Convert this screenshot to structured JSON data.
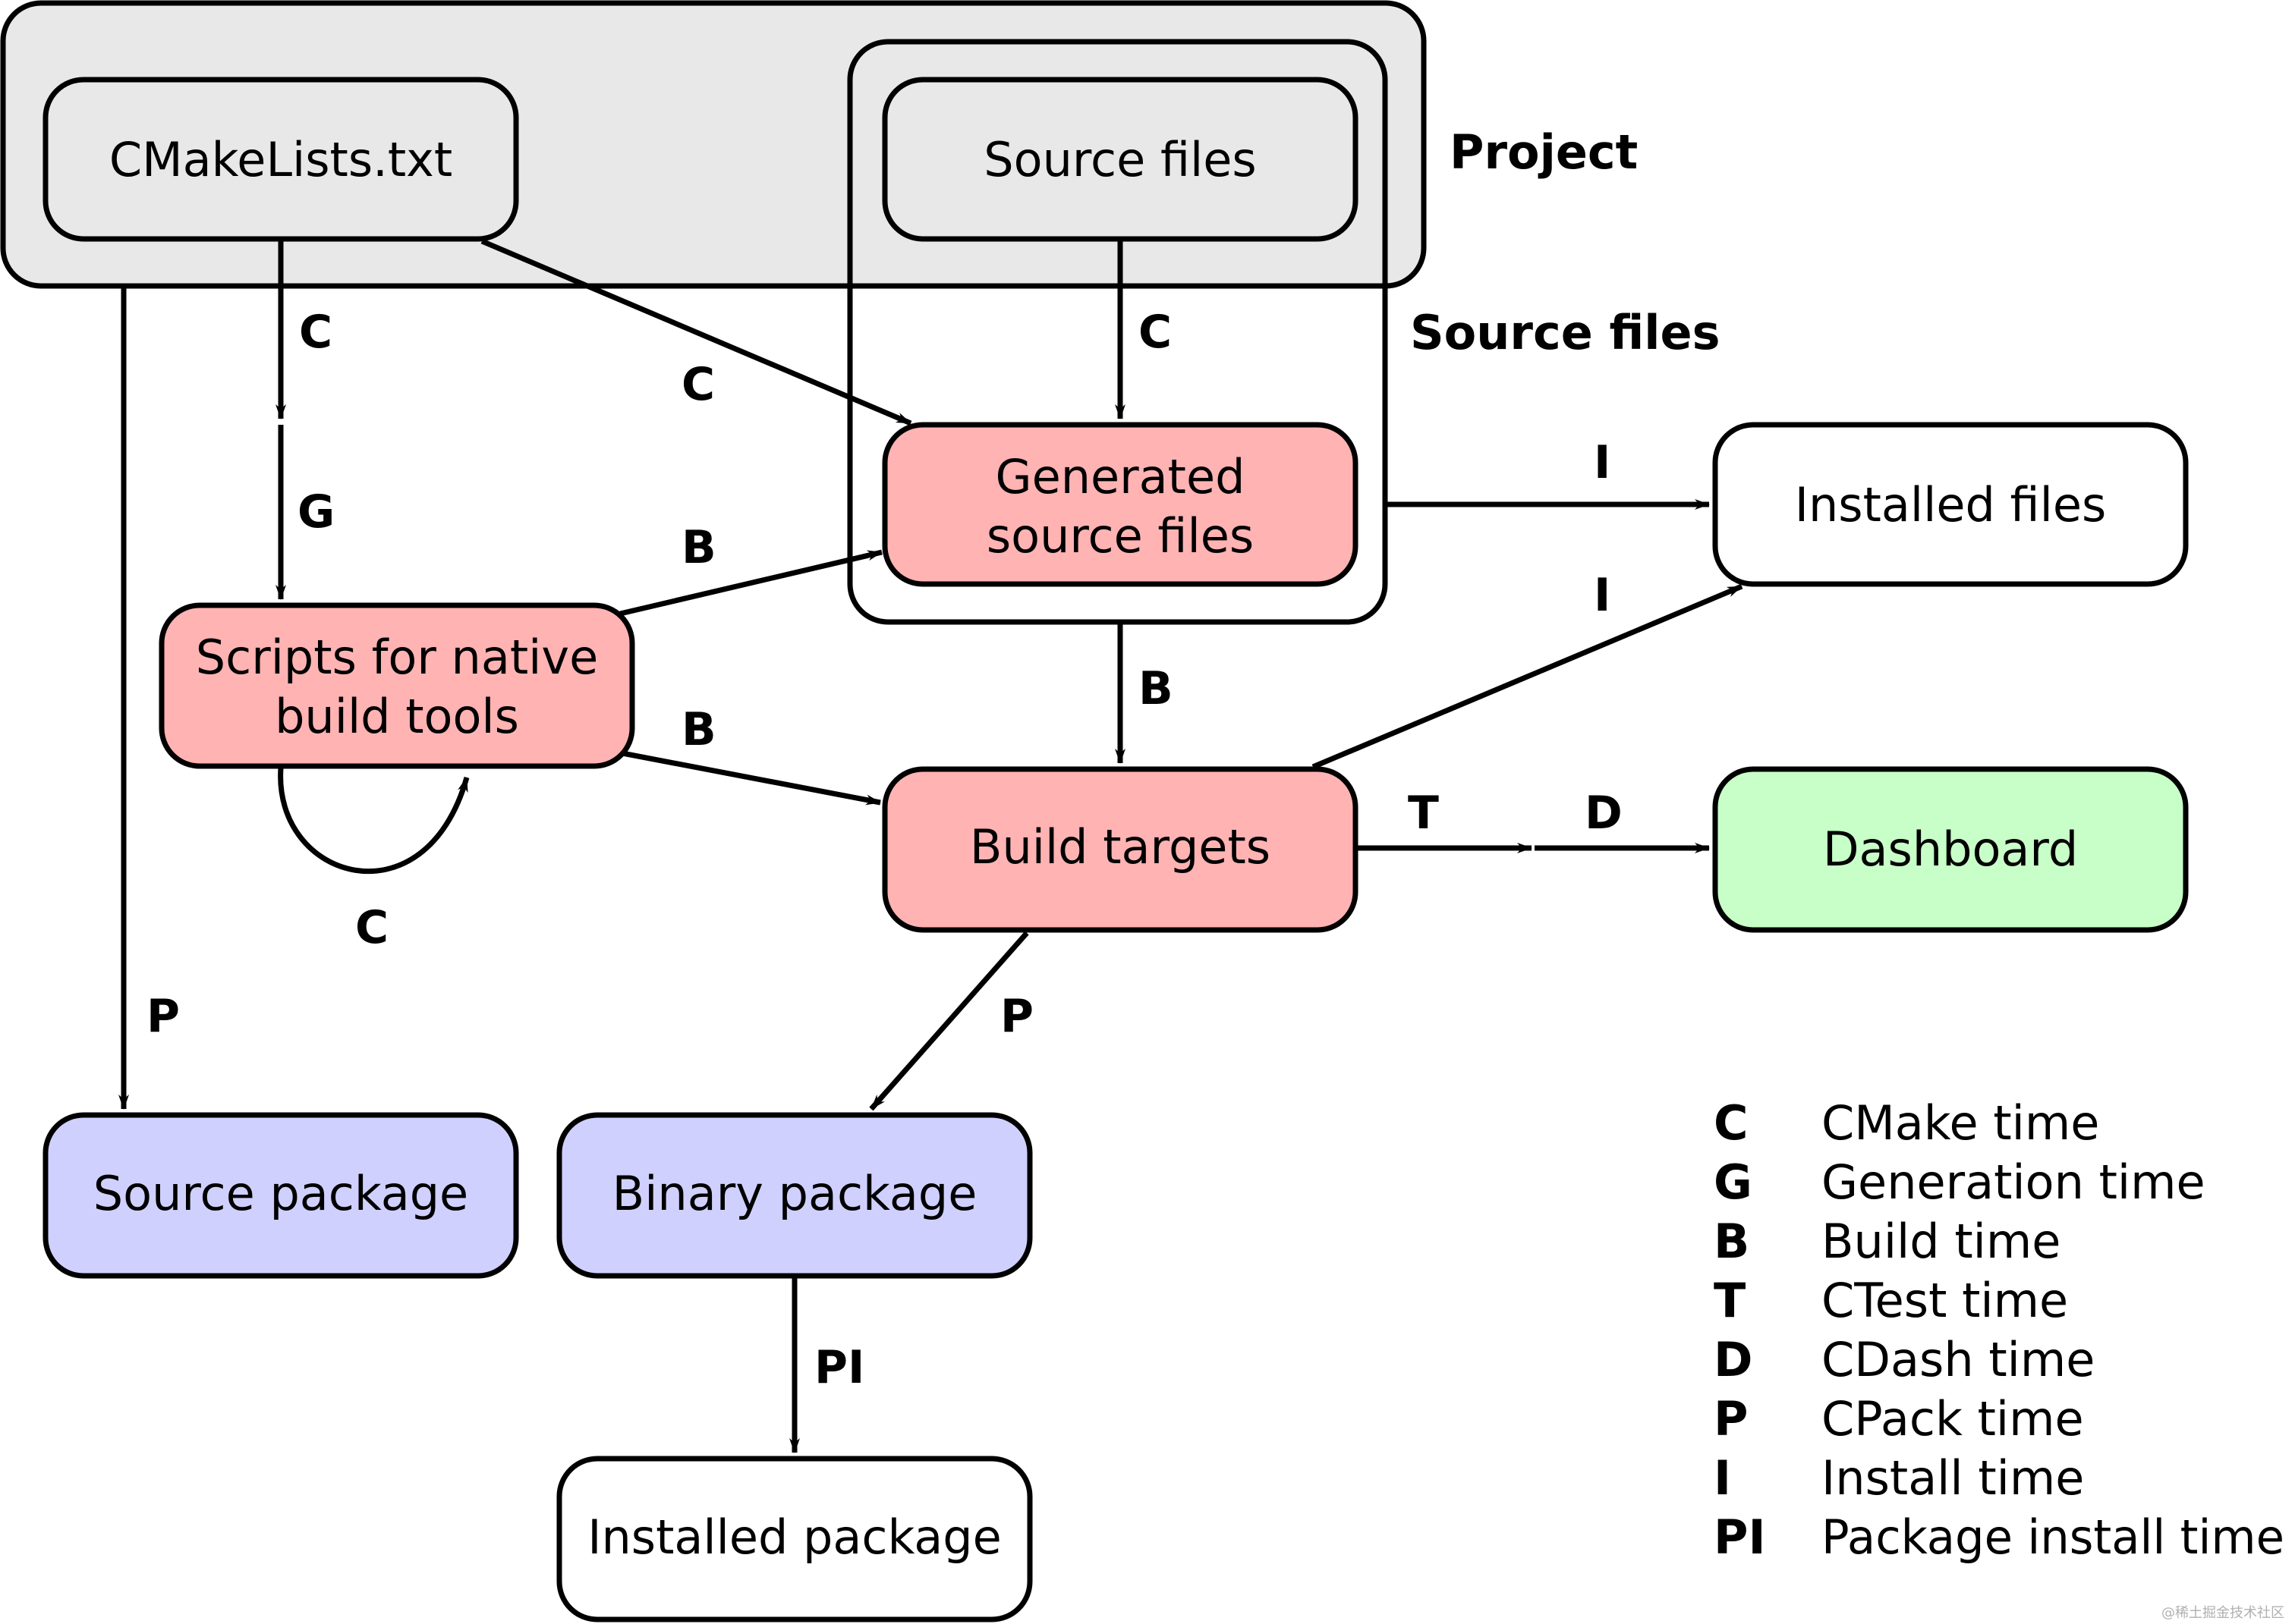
{
  "groups": {
    "project": "Project",
    "source_files": "Source files"
  },
  "nodes": {
    "cmakelists": "CMakeLists.txt",
    "source_files": "Source files",
    "generated_1": "Generated",
    "generated_2": "source files",
    "scripts_1": "Scripts for native",
    "scripts_2": "build tools",
    "build_targets": "Build targets",
    "installed_files": "Installed files",
    "dashboard": "Dashboard",
    "source_package": "Source package",
    "binary_package": "Binary package",
    "installed_package": "Installed package"
  },
  "edge_labels": {
    "cmake_to_g": "C",
    "cmake_to_generated": "C",
    "src_to_generated": "C",
    "g_to_scripts": "G",
    "scripts_to_generated": "B",
    "scripts_to_targets": "B",
    "scripts_loop": "C",
    "generated_to_targets": "B",
    "generated_to_installed": "I",
    "targets_to_installed": "I",
    "targets_test": "T",
    "targets_dash": "D",
    "project_to_srcpkg": "P",
    "targets_to_binpkg": "P",
    "binpkg_to_installed": "PI"
  },
  "legend": [
    {
      "key": "C",
      "desc": "CMake time"
    },
    {
      "key": "G",
      "desc": "Generation time"
    },
    {
      "key": "B",
      "desc": "Build time"
    },
    {
      "key": "T",
      "desc": "CTest time"
    },
    {
      "key": "D",
      "desc": "CDash time"
    },
    {
      "key": "P",
      "desc": "CPack time"
    },
    {
      "key": "I",
      "desc": "Install time"
    },
    {
      "key": "PI",
      "desc": "Package install time"
    }
  ],
  "watermark": "@稀土掘金技术社区",
  "colors": {
    "group_fill": "#e8e8e8",
    "node_gray": "#e8e8e8",
    "node_red": "#ffb3b3",
    "node_green": "#c8ffc8",
    "node_blue": "#d0d0ff",
    "node_white": "#ffffff"
  }
}
